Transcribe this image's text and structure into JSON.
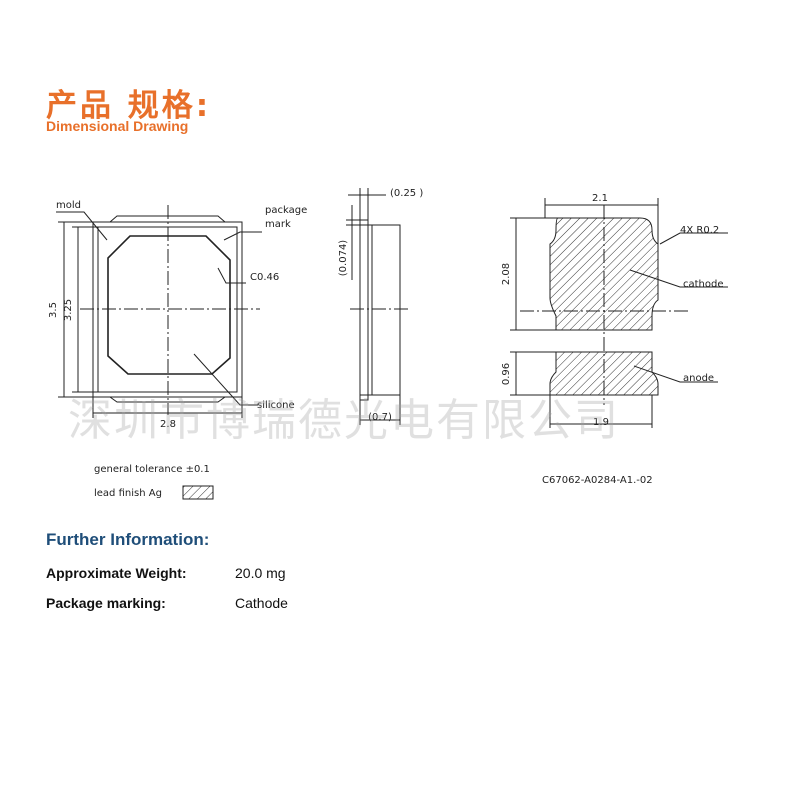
{
  "header": {
    "title_cn": "产品 规格:",
    "title_en": "Dimensional Drawing"
  },
  "drawing": {
    "front": {
      "labels": {
        "mold": "mold",
        "package_mark_1": "package",
        "package_mark_2": "mark",
        "chamfer": "C0.46",
        "silicone": "silicone"
      },
      "dims": {
        "height_outer": "3.5",
        "height_inner": "3.25",
        "width": "2.8"
      }
    },
    "side": {
      "dims": {
        "top": "(0.25 )",
        "left": "(0.074)",
        "bottom": "(0.7)"
      }
    },
    "bottom": {
      "labels": {
        "radius": "4X R0.2",
        "cathode": "cathode",
        "anode": "anode"
      },
      "dims": {
        "top": "2.1",
        "cathode_height": "2.08",
        "anode_height": "0.96",
        "bottom": "1.9"
      }
    },
    "notes": {
      "tolerance": "general tolerance ±0.1",
      "lead_finish": "lead finish Ag",
      "drawing_number": "C67062-A0284-A1.-02"
    },
    "watermark": "深圳市博瑞德光电有限公司"
  },
  "info": {
    "title": "Further Information:",
    "rows": [
      {
        "key": "Approximate Weight:",
        "value": "20.0 mg"
      },
      {
        "key": "Package marking:",
        "value": "Cathode"
      }
    ]
  }
}
